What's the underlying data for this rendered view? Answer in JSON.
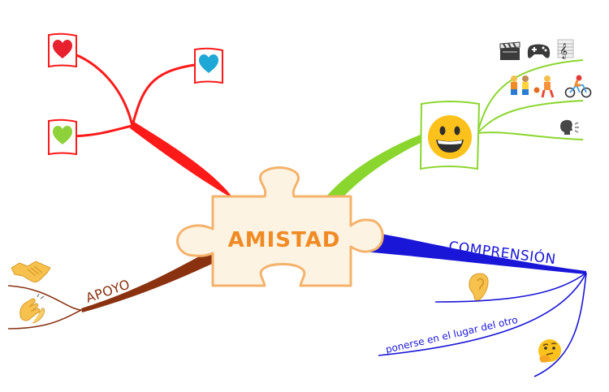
{
  "central": {
    "label": "AMISTAD"
  },
  "branches": {
    "love": {
      "color": "#ff1a1a",
      "icons": [
        "red-heart-icon",
        "blue-heart-icon",
        "green-heart-icon"
      ]
    },
    "happy": {
      "color": "#8bd62e",
      "icons": [
        "grinning-face-icon",
        "clapper-board-icon",
        "game-controller-icon",
        "musical-score-icon",
        "children-playing-icon",
        "cyclist-icon",
        "speaking-head-icon"
      ]
    },
    "comprension": {
      "label": "COMPRENSIÓN",
      "color": "#1a16d8",
      "sub_label": "ponerse en el lugar del otro",
      "icons": [
        "ear-icon",
        "thinking-face-icon"
      ]
    },
    "apoyo": {
      "label": "APOYO",
      "color": "#8a3210",
      "icons": [
        "handshake-icon",
        "clapping-hands-icon"
      ]
    }
  }
}
